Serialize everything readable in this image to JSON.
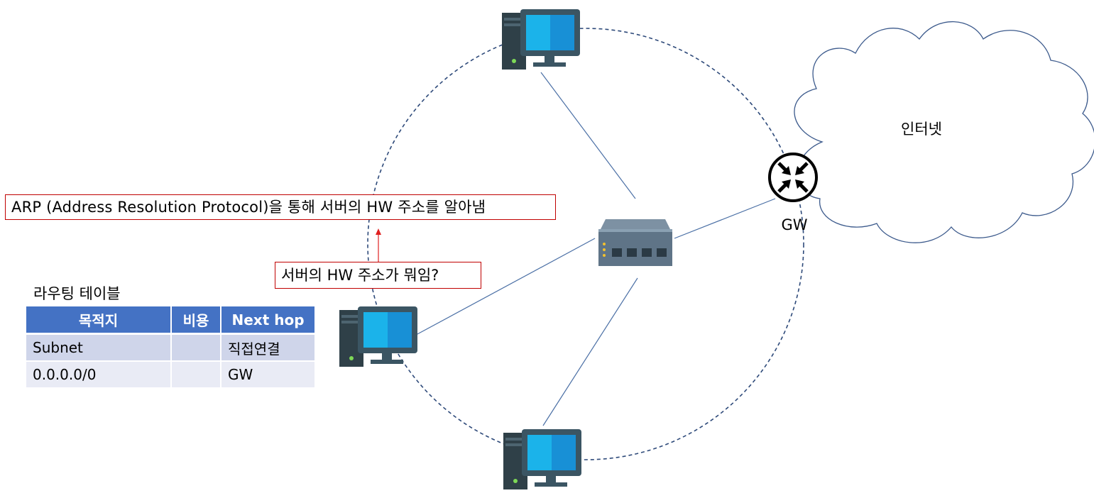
{
  "cloud": {
    "label": "인터넷"
  },
  "gateway": {
    "label": "GW"
  },
  "callouts": {
    "arp": "ARP (Address Resolution Protocol)을 통해 서버의 HW 주소를 알아냄",
    "question": "서버의 HW 주소가 뭐임?"
  },
  "routing_table": {
    "title": "라우팅 테이블",
    "headers": [
      "목적지",
      "비용",
      "Next hop"
    ],
    "rows": [
      [
        "Subnet",
        "",
        "직접연결"
      ],
      [
        "0.0.0.0/0",
        "",
        "GW"
      ]
    ]
  },
  "colors": {
    "ring": "#2e4a7a",
    "links": "#4a6fa5",
    "monitor": "#3b5563",
    "screen": "#1fa6e6",
    "switch": "#5f7487",
    "callout_border": "#c00000",
    "table_header": "#4472c4"
  },
  "icons": [
    "desktop-computer-icon",
    "network-switch-icon",
    "router-icon",
    "cloud-icon"
  ]
}
